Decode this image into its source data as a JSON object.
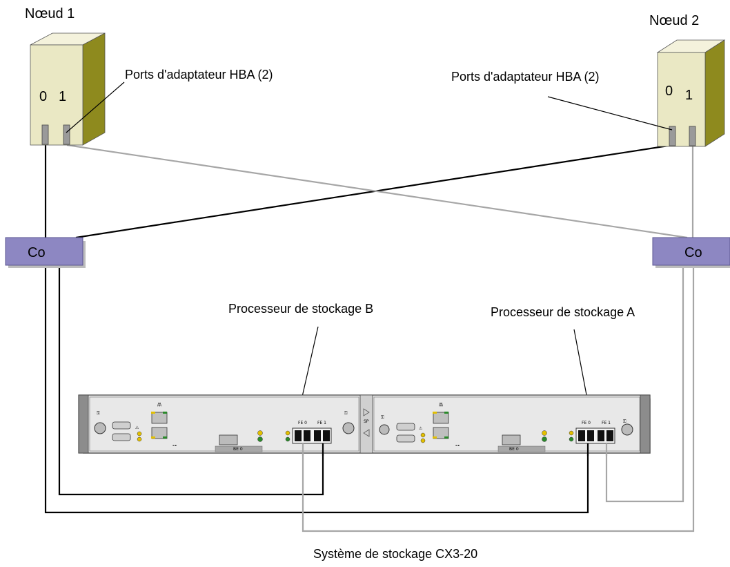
{
  "nodes": [
    {
      "title": "Nœud 1",
      "ports": [
        "0",
        "1"
      ],
      "hba_label": "Ports d'adaptateur HBA (2)"
    },
    {
      "title": "Nœud 2",
      "ports": [
        "0",
        "1"
      ],
      "hba_label": "Ports d'adaptateur HBA (2)"
    }
  ],
  "switches": [
    {
      "label": "Co"
    },
    {
      "label": "Co"
    }
  ],
  "processors": [
    {
      "label": "Processeur de stockage B",
      "port_labels": [
        "FE 0",
        "FE 1"
      ],
      "be_label": "BE 0"
    },
    {
      "label": "Processeur de stockage A",
      "port_labels": [
        "FE 0",
        "FE 1"
      ],
      "be_label": "BE 0"
    }
  ],
  "storage": {
    "label": "Système de stockage CX3-20",
    "center_tag": "SP"
  },
  "colors": {
    "node_face": "#eae8c4",
    "node_top": "#f4f2dc",
    "node_side": "#8e8a1e",
    "switch_fill": "#8d87c2",
    "cable_dark": "#000000",
    "cable_light": "#a6a6a6",
    "chassis": "#e2e2e2"
  }
}
